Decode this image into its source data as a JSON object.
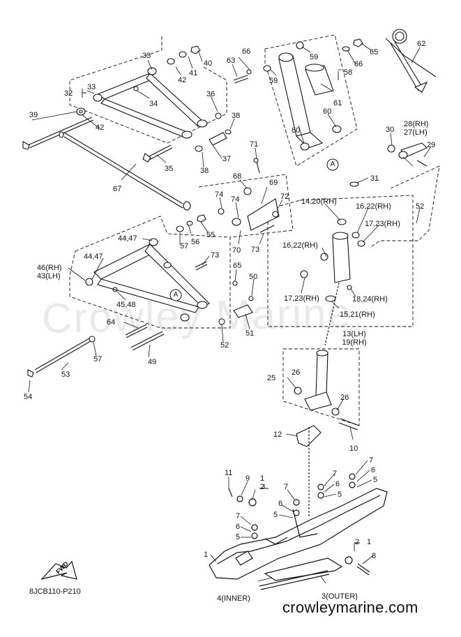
{
  "watermark": "Crowley Marine",
  "doc_code": "8JCB110-P210",
  "site": "crowleymarine.com",
  "fwd": "FWD",
  "callouts": {
    "c1": "1",
    "c2": "2",
    "c3": "3(OUTER)",
    "c4": "4(INNER)",
    "c5": "5",
    "c6": "6",
    "c7": "7",
    "c8": "8",
    "c9": "9",
    "c10": "10",
    "c11": "11",
    "c12": "12",
    "c13_19": "13(LH)\n19(RH)",
    "c14_20": "14,20(RH)",
    "c15_21": "15,21(RH)",
    "c16_22a": "16,22(RH)",
    "c16_22b": "16,22(RH)",
    "c17_23a": "17,23(RH)",
    "c17_23b": "17,23(RH)",
    "c18_24": "18,24(RH)",
    "c25": "25",
    "c26": "26",
    "c27_28": "28(RH)\n27(LH)",
    "c29": "29",
    "c30": "30",
    "c31": "31",
    "c32": "32",
    "c33": "33",
    "c34": "34",
    "c35": "35",
    "c36": "36",
    "c37": "37",
    "c38": "38",
    "c39": "39",
    "c40": "40",
    "c41": "41",
    "c42": "42",
    "c43_46": "46(RH)\n43(LH)",
    "c44_47": "44,47",
    "c45_48": "45,48",
    "c49": "49",
    "c50": "50",
    "c51": "51",
    "c52": "52",
    "c53": "53",
    "c54": "54",
    "c55": "55",
    "c56": "56",
    "c57": "57",
    "c58": "58",
    "c59": "59",
    "c60": "60",
    "c61": "61",
    "c62": "62",
    "c63": "63",
    "c64": "64",
    "c65": "65",
    "c66": "66",
    "c67": "67",
    "c68": "68",
    "c69": "69",
    "c70": "70",
    "c71": "71",
    "c72": "72",
    "c73": "73",
    "c74": "74",
    "cA": "A"
  }
}
